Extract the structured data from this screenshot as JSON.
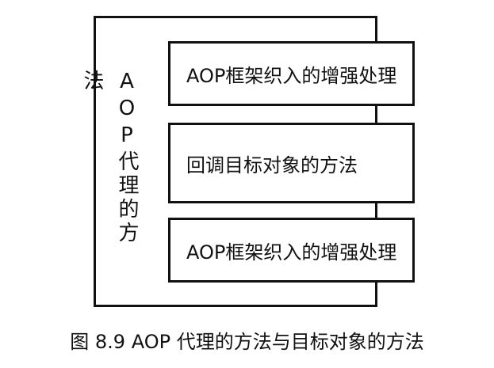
{
  "diagram": {
    "outer_label": "AOP代理的方法",
    "boxes": [
      {
        "label": "AOP框架织入的增强处理"
      },
      {
        "label": "回调目标对象的方法"
      },
      {
        "label": "AOP框架织入的增强处理"
      }
    ],
    "caption": "图 8.9   AOP 代理的方法与目标对象的方法"
  }
}
